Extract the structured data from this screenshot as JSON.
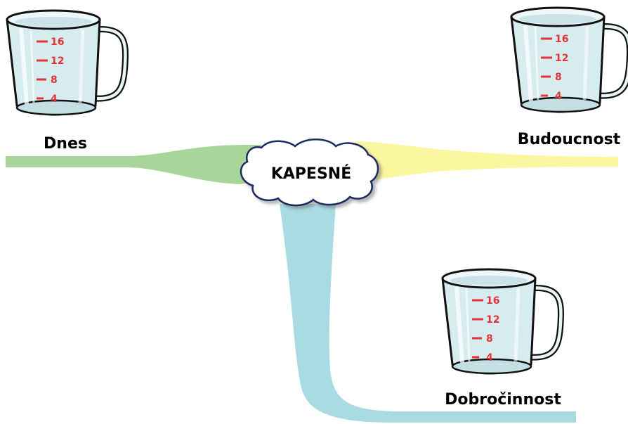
{
  "center": {
    "label": "KAPESNÉ"
  },
  "jars": [
    {
      "id": "dnes",
      "label": "Dnes",
      "ticks": [
        "16",
        "12",
        "8",
        "4"
      ]
    },
    {
      "id": "budoucnost",
      "label": "Budoucnost",
      "ticks": [
        "16",
        "12",
        "8",
        "4"
      ]
    },
    {
      "id": "dobrocinnost",
      "label": "Dobročinnost",
      "ticks": [
        "16",
        "12",
        "8",
        "4"
      ]
    }
  ],
  "colors": {
    "stream_dnes": "#a8d59a",
    "stream_budoucnost": "#fbf7a0",
    "stream_dobrocinnost": "#a9dbe2",
    "tick_red": "#e53237",
    "jar_glass": "#d6ecef",
    "outline": "#111111"
  }
}
